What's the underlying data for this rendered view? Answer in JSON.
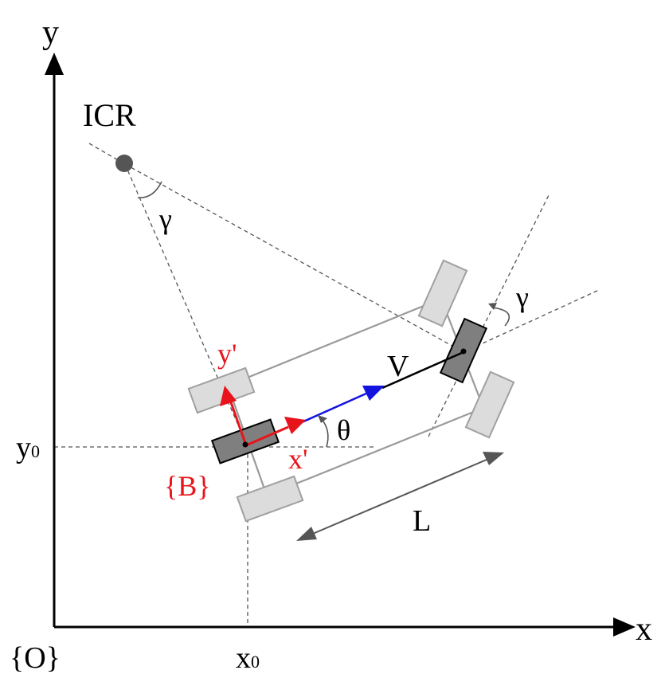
{
  "labels": {
    "axis_x": "x",
    "axis_y": "y",
    "origin_frame": "{O}",
    "x0_base": "x",
    "x0_sub": "0",
    "y0_base": "y",
    "y0_sub": "0",
    "icr": "ICR",
    "gamma_icr": "γ",
    "gamma_steer": "γ",
    "theta": "θ",
    "velocity": "V",
    "wheelbase": "L",
    "body_frame": "{B}",
    "x_prime": "x'",
    "y_prime": "y'"
  },
  "colors": {
    "axes": "#000000",
    "guides": "#555555",
    "body_frame": "#e8141b",
    "velocity": "#1414e0",
    "wheel_virtual": "#7f7f7f",
    "wheel_ghost_fill": "#dcdcdc",
    "wheel_ghost_stroke": "#a0a0a0",
    "chassis": "#9a9a9a",
    "dimension": "#555555"
  },
  "icons": {
    "icr_point": "filled-circle",
    "axis_arrow": "triangle-arrowhead"
  }
}
